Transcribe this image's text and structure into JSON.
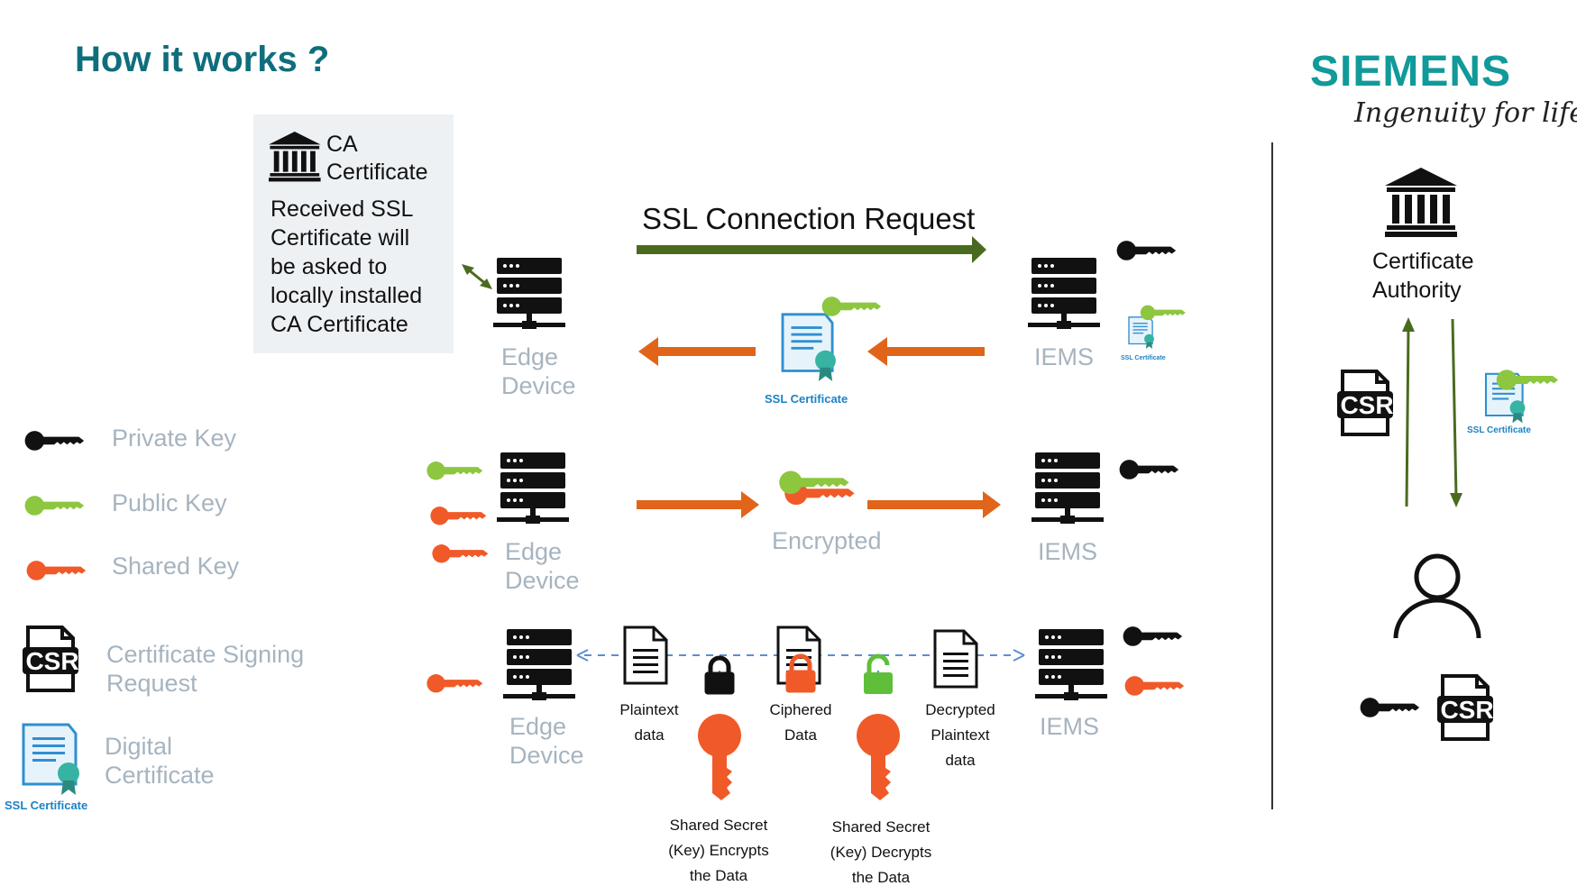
{
  "header": {
    "title": "How it works ?",
    "logo_text": "SIEMENS",
    "tagline": "Ingenuity for life"
  },
  "ca_box": {
    "title_line1": "CA",
    "title_line2": "Certificate",
    "lines": [
      "Received SSL",
      "Certificate will",
      "be asked to",
      "locally installed",
      "CA Certificate"
    ]
  },
  "flow": {
    "ssl_request_label": "SSL Connection Request",
    "ssl_cert_caption": "SSL Certificate",
    "encrypted_label": "Encrypted",
    "edge_device_line1": "Edge",
    "edge_device_line2": "Device",
    "iems_label": "IEMS",
    "small_cert_caption": "SSL Certificate"
  },
  "data_row": {
    "plaintext": [
      "Plaintext",
      "data"
    ],
    "ciphered": [
      "Ciphered",
      "Data"
    ],
    "decrypted": [
      "Decrypted",
      "Plaintext",
      "data"
    ],
    "encrypts": [
      "Shared Secret",
      "(Key) Encrypts",
      "the Data"
    ],
    "decrypts": [
      "Shared Secret",
      "(Key) Decrypts",
      "the Data"
    ]
  },
  "legend": {
    "private_key": "Private Key",
    "public_key": "Public Key",
    "shared_key": "Shared Key",
    "csr_line1": "Certificate Signing",
    "csr_line2": "Request",
    "digital_line1": "Digital",
    "digital_line2": "Certificate",
    "ssl_caption": "SSL Certificate"
  },
  "ca_panel": {
    "label_line1": "Certificate",
    "label_line2": "Authority",
    "ssl_caption": "SSL Certificate"
  },
  "icons": {
    "csr_text": "CSR"
  },
  "colors": {
    "title": "#0f6e7c",
    "logo": "#119a99",
    "private_key": "#000000",
    "public_key": "#8dc63f",
    "shared_key": "#f05a28",
    "request_arrow": "#4a6b1f",
    "response_arrow": "#e0651a"
  }
}
